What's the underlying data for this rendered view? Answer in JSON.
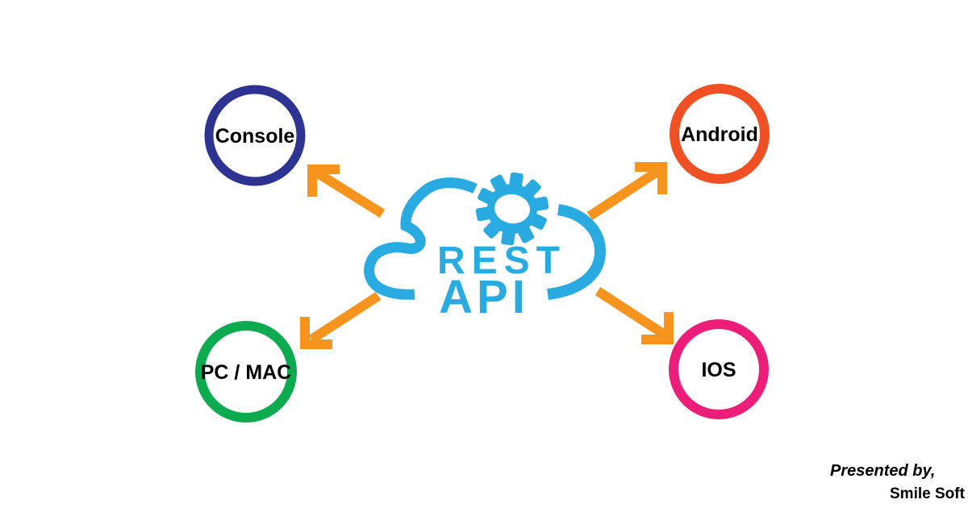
{
  "page": {
    "background": "#FFFFFF"
  },
  "diagram": {
    "center": {
      "icon": "gear-icon",
      "shape": "cloud",
      "line1": "REST",
      "line2": "API",
      "color": "#29ABE2"
    },
    "arrow_color": "#F7941E",
    "label_color": "#000000",
    "nodes": [
      {
        "id": "console",
        "label": "Console",
        "color": "#2D3390",
        "position": "top-left"
      },
      {
        "id": "android",
        "label": "Android",
        "color": "#F15024",
        "position": "top-right"
      },
      {
        "id": "pc-mac",
        "label": "PC / MAC",
        "color": "#0CAB50",
        "position": "bottom-left"
      },
      {
        "id": "ios",
        "label": "IOS",
        "color": "#ED1E79",
        "position": "bottom-right"
      }
    ]
  },
  "footer": {
    "presented_by": "Presented by,",
    "author": "Smile Soft"
  }
}
